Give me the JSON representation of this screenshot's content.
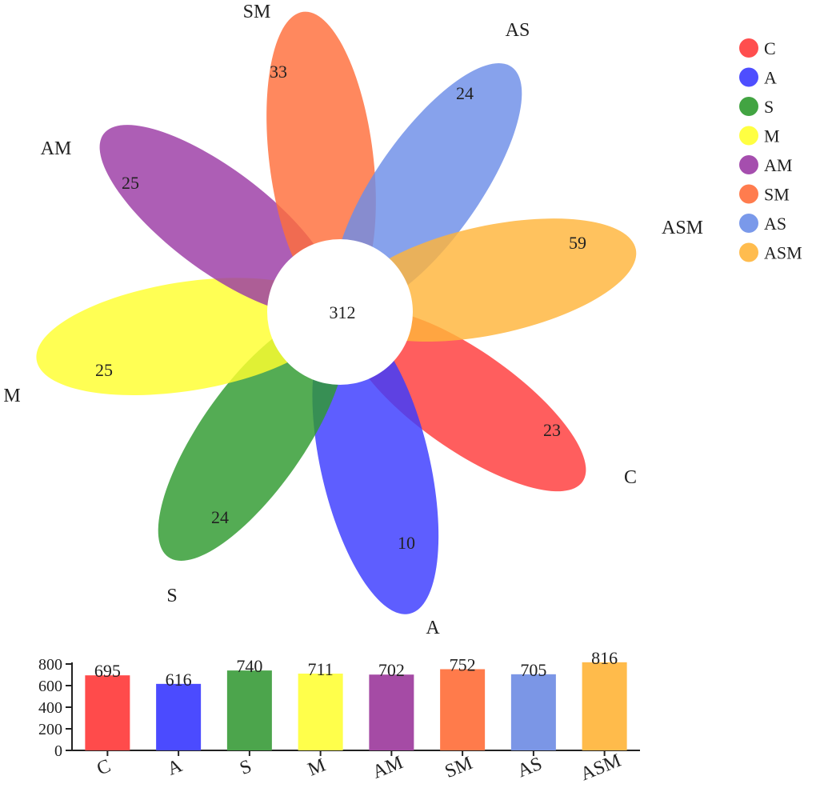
{
  "chart_data": [
    {
      "type": "venn-flower",
      "core": {
        "value": 312
      },
      "petals": [
        {
          "name": "C",
          "unique": 23,
          "color": "#FF3B3B"
        },
        {
          "name": "A",
          "unique": 10,
          "color": "#3B3BFF"
        },
        {
          "name": "S",
          "unique": 24,
          "color": "#2E9A2E"
        },
        {
          "name": "M",
          "unique": 25,
          "color": "#FFFF2E"
        },
        {
          "name": "AM",
          "unique": 25,
          "color": "#9B3BA5"
        },
        {
          "name": "SM",
          "unique": 33,
          "color": "#FF6E3B"
        },
        {
          "name": "AS",
          "unique": 24,
          "color": "#6C8EE8"
        },
        {
          "name": "ASM",
          "unique": 59,
          "color": "#FFB53B"
        }
      ],
      "legend": {
        "position": "top-right",
        "items": [
          "C",
          "A",
          "S",
          "M",
          "AM",
          "SM",
          "AS",
          "ASM"
        ]
      }
    },
    {
      "type": "bar",
      "categories": [
        "C",
        "A",
        "S",
        "M",
        "AM",
        "SM",
        "AS",
        "ASM"
      ],
      "values": [
        695,
        616,
        740,
        711,
        702,
        752,
        705,
        816
      ],
      "colors": [
        "#FF4B4B",
        "#4B4BFF",
        "#4CA54C",
        "#FFFF4B",
        "#A54BA5",
        "#FF7B4B",
        "#7B96E6",
        "#FFBB4B"
      ],
      "yticks": [
        "0",
        "200",
        "400",
        "600",
        "800"
      ],
      "ylim": [
        0,
        800
      ],
      "xlabel": "",
      "ylabel": "",
      "grid": false
    }
  ]
}
